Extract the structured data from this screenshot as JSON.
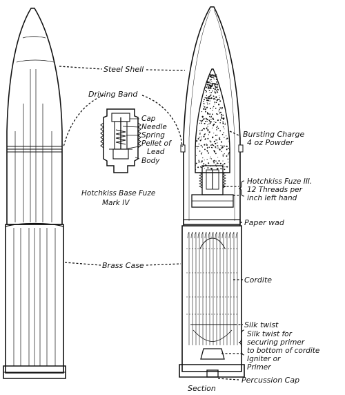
{
  "labels": {
    "steel_shell": "Steel Shell",
    "driving_band": "Driving Band",
    "brass_case": "Brass Case",
    "bursting_charge_1": "Bursting Charge",
    "bursting_charge_2": "4 oz Powder",
    "hotchkiss_fuze_1": "Hotchkiss Fuze III.",
    "hotchkiss_fuze_2": "12 Threads per",
    "hotchkiss_fuze_3": "inch left hand",
    "paper_wad": "Paper wad",
    "cordite": "Cordite",
    "silk_twist": "Silk twist",
    "silk_primer_1": "Silk twist for",
    "silk_primer_2": "securing primer",
    "silk_primer_3": "to bottom of cordite",
    "igniter_1": "Igniter or",
    "igniter_2": "Primer",
    "percussion_cap": "Percussion Cap",
    "section": "Section",
    "fuze_cap": "Cap",
    "fuze_needle": "Needle",
    "fuze_spring": "Spring",
    "fuze_pellet_1": "Pellet of",
    "fuze_pellet_2": "Lead",
    "fuze_body": "Body",
    "base_fuze_1": "Hotchkiss Base Fuze",
    "base_fuze_2": "Mark IV"
  },
  "colors": {
    "ink": "#111111",
    "paper": "#ffffff"
  }
}
